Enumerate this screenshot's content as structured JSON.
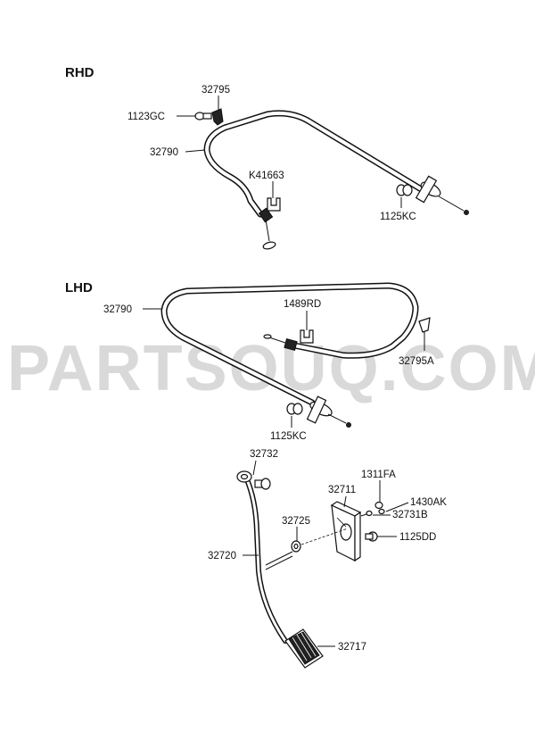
{
  "watermark": "PARTSOUQ.COM",
  "sections": {
    "rhd": "RHD",
    "lhd": "LHD"
  },
  "parts": {
    "rhd_bracket": "32795",
    "rhd_bolt": "1123GC",
    "rhd_cable": "32790",
    "rhd_clip": "K41663",
    "rhd_grommet": "1125KC",
    "lhd_cable": "32790",
    "lhd_clip": "1489RD",
    "lhd_bracket": "32795A",
    "lhd_grommet": "1125KC",
    "pedal_stopper": "32732",
    "bracket_assembly": "32711",
    "bolt_top": "1311FA",
    "nut": "1430AK",
    "pin": "32731B",
    "bushing": "32725",
    "bolt_side": "1125DD",
    "pedal_arm": "32720",
    "pedal_pad": "32717"
  }
}
